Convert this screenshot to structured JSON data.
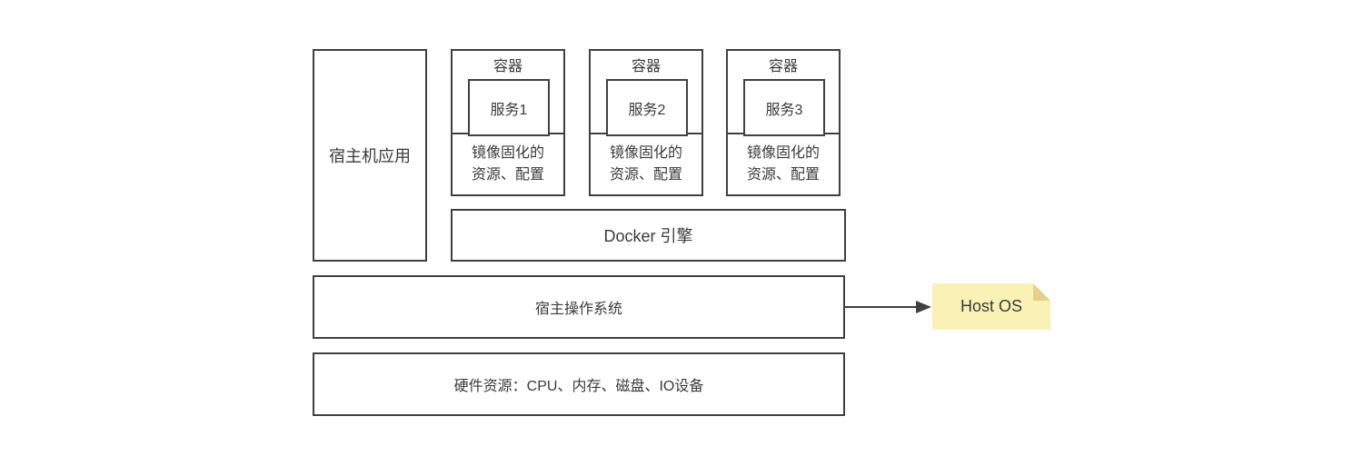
{
  "colors": {
    "background": "#ffffff",
    "border": "#404040",
    "text": "#3a3a3a",
    "note_fill": "#faf1b5",
    "note_fold": "#e5d186"
  },
  "host_app": {
    "label": "宿主机应用"
  },
  "containers": [
    {
      "title": "容器",
      "service": "服务1",
      "resources": "镜像固化的\n资源、配置"
    },
    {
      "title": "容器",
      "service": "服务2",
      "resources": "镜像固化的\n资源、配置"
    },
    {
      "title": "容器",
      "service": "服务3",
      "resources": "镜像固化的\n资源、配置"
    }
  ],
  "docker_engine": {
    "label": "Docker 引擎"
  },
  "host_os": {
    "label": "宿主操作系统"
  },
  "hardware": {
    "label": "硬件资源：CPU、内存、磁盘、IO设备"
  },
  "note": {
    "label": "Host OS"
  }
}
